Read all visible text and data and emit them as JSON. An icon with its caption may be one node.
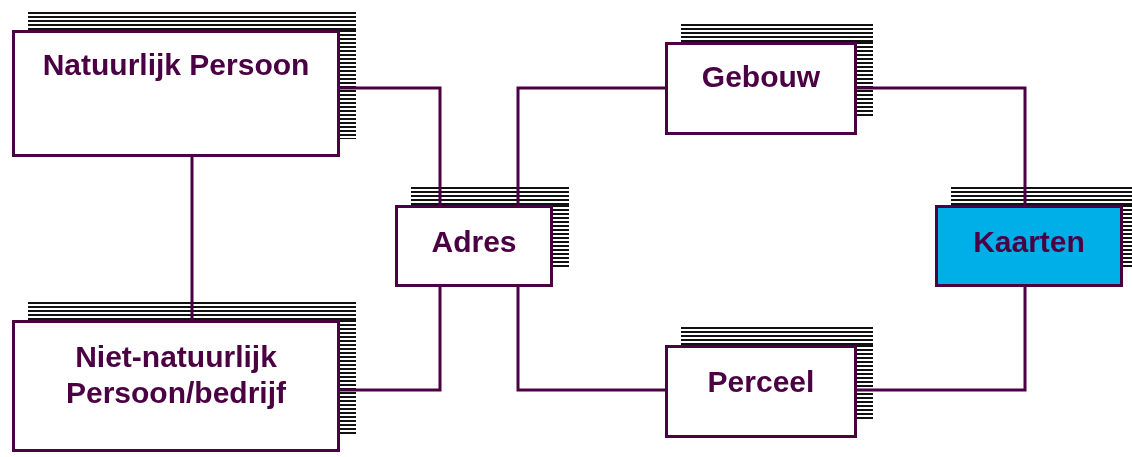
{
  "diagram": {
    "nodes": [
      {
        "text": [
          "Natuurlijk Persoon"
        ]
      },
      {
        "text": [
          "Niet-natuurlijk Persoon/bedrijf"
        ]
      },
      {
        "text": [
          "Adres"
        ]
      },
      {
        "text": [
          "Gebouw"
        ]
      },
      {
        "text": [
          "Perceel"
        ]
      },
      {
        "text": [
          "Kaarten"
        ]
      }
    ],
    "edges": [
      {
        "from": 0,
        "to": 1,
        "arrow": "none"
      },
      {
        "from": 0,
        "to": 2,
        "arrow": "none"
      },
      {
        "from": 1,
        "to": 2,
        "arrow": "none"
      },
      {
        "from": 2,
        "to": 3,
        "arrow": "none"
      },
      {
        "from": 2,
        "to": 4,
        "arrow": "none"
      },
      {
        "from": 3,
        "to": 5,
        "arrow": "none"
      },
      {
        "from": 4,
        "to": 5,
        "arrow": "none"
      }
    ]
  }
}
